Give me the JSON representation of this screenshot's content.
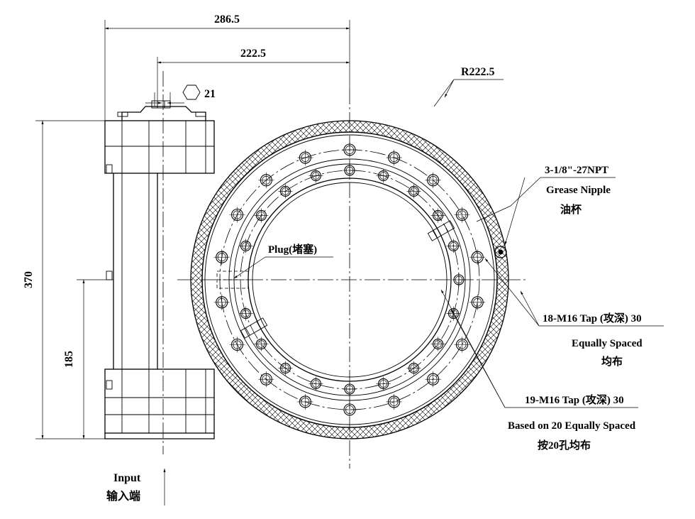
{
  "dimensions": {
    "overall_width": "286.5",
    "offset_width": "222.5",
    "hex_size": "21",
    "outer_radius": "R222.5",
    "overall_height": "370",
    "half_height": "185"
  },
  "callouts": {
    "grease": {
      "spec": "3-1/8\"-27NPT",
      "name_en": "Grease Nipple",
      "name_zh": "油杯"
    },
    "plug": "Plug(堵塞)",
    "outer_taps": {
      "spec": "18-M16 Tap (攻深) 30",
      "spacing_en": "Equally Spaced",
      "spacing_zh": "均布"
    },
    "inner_taps": {
      "spec": "19-M16 Tap (攻深) 30",
      "spacing_en": "Based on 20 Equally Spaced",
      "spacing_zh": "按20孔均布"
    },
    "input": {
      "label_en": "Input",
      "label_zh": "输入端"
    }
  },
  "icons": {
    "hex_symbol": "hexagon-icon",
    "input_arrow": "arrow-up-icon"
  },
  "hole_patterns": {
    "outer_holes": 18,
    "inner_holes_shown": 19,
    "inner_holes_basis": 20
  }
}
